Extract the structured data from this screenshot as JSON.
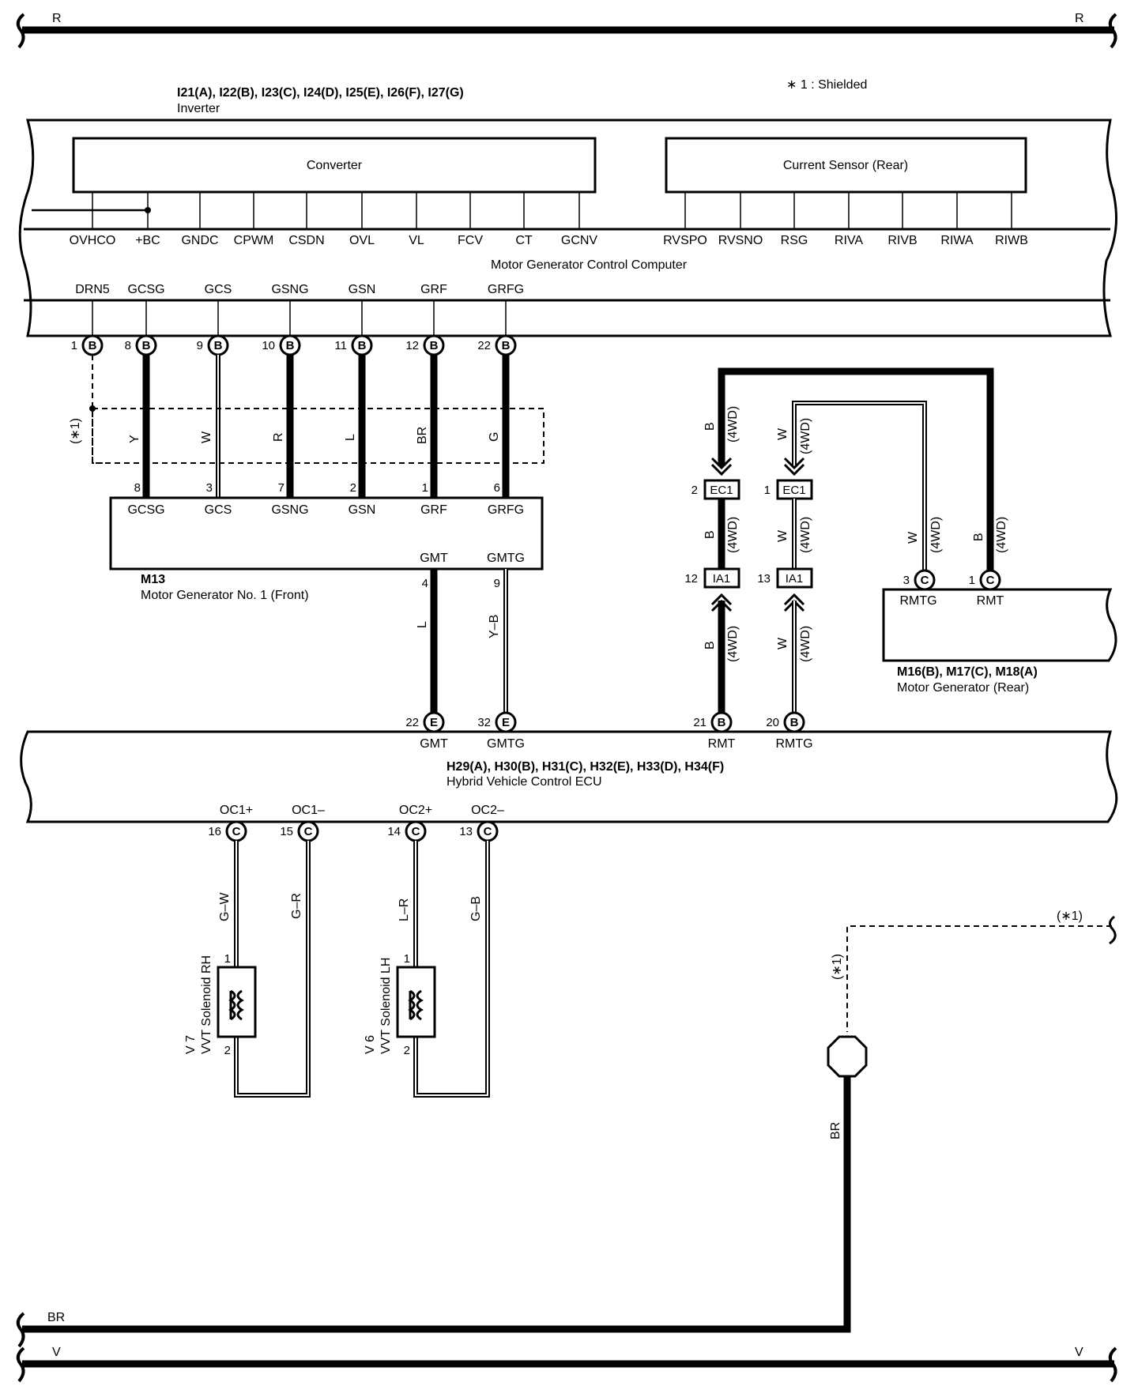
{
  "buses": {
    "r": {
      "left": "R",
      "right": "R"
    },
    "br": {
      "left": "BR"
    },
    "v": {
      "left": "V",
      "right": "V"
    }
  },
  "note": "∗ 1 : Shielded",
  "inverter": {
    "codes": "I21(A), I22(B), I23(C), I24(D), I25(E), I26(F), I27(G)",
    "name": "Inverter",
    "converter_label": "Converter",
    "current_sensor_label": "Current Sensor (Rear)",
    "mgcc_label": "Motor Generator Control Computer",
    "upper_terminals": [
      "OVHCO",
      "+BC",
      "GNDC",
      "CPWM",
      "CSDN",
      "OVL",
      "VL",
      "FCV",
      "CT",
      "GCNV",
      "RVSPO",
      "RVSNO",
      "RSG",
      "RIVA",
      "RIVB",
      "RIWA",
      "RIWB"
    ],
    "lower_terminals": [
      "DRN5",
      "GCSG",
      "GCS",
      "GSNG",
      "GSN",
      "GRF",
      "GRFG"
    ],
    "pin_numbers": [
      "1",
      "8",
      "9",
      "10",
      "11",
      "12",
      "22"
    ],
    "connector": "B"
  },
  "shield_label": "(∗1)",
  "wire_colors_front": [
    "Y",
    "W",
    "R",
    "L",
    "BR",
    "G"
  ],
  "mg_front": {
    "code": "M13",
    "name": "Motor Generator No. 1 (Front)",
    "pins": [
      "8",
      "3",
      "7",
      "2",
      "1",
      "6"
    ],
    "terminals": [
      "GCSG",
      "GCS",
      "GSNG",
      "GSN",
      "GRF",
      "GRFG"
    ],
    "bottom_terminals": [
      "GMT",
      "GMTG"
    ],
    "bottom_pins": [
      "4",
      "9"
    ],
    "bottom_colors": [
      "L",
      "Y–B"
    ]
  },
  "rear": {
    "conn_ec1": "EC1",
    "conn_ia1": "IA1",
    "ec1_pins": [
      "2",
      "1"
    ],
    "ia1_pins": [
      "12",
      "13"
    ],
    "color_b": "B",
    "color_w": "W",
    "tag": "(4WD)",
    "mg_rear_codes": "M16(B), M17(C), M18(A)",
    "mg_rear_name": "Motor Generator (Rear)",
    "mg_rear_terminals": [
      "RMTG",
      "RMT"
    ],
    "mg_rear_pins": [
      "3",
      "1"
    ],
    "mg_rear_connector": "C"
  },
  "hv_ecu": {
    "codes": "H29(A), H30(B), H31(C), H32(E), H33(D), H34(F)",
    "name": "Hybrid Vehicle Control ECU",
    "top_pins": [
      "22",
      "32",
      "21",
      "20"
    ],
    "top_connectors": [
      "E",
      "E",
      "B",
      "B"
    ],
    "top_terminals": [
      "GMT",
      "GMTG",
      "RMT",
      "RMTG"
    ],
    "bottom_terminals": [
      "OC1+",
      "OC1–",
      "OC2+",
      "OC2–"
    ],
    "bottom_pins": [
      "16",
      "15",
      "14",
      "13"
    ],
    "bottom_connector": "C"
  },
  "vvt": {
    "rh_code": "V 7",
    "rh_name": "VVT Solenoid RH",
    "lh_code": "V 6",
    "lh_name": "VVT Solenoid LH",
    "pin1": "1",
    "pin2": "2",
    "colors": [
      "G–W",
      "G–R",
      "L–R",
      "G–B"
    ]
  },
  "ground": {
    "shield_ref": "(∗1)",
    "color": "BR"
  }
}
